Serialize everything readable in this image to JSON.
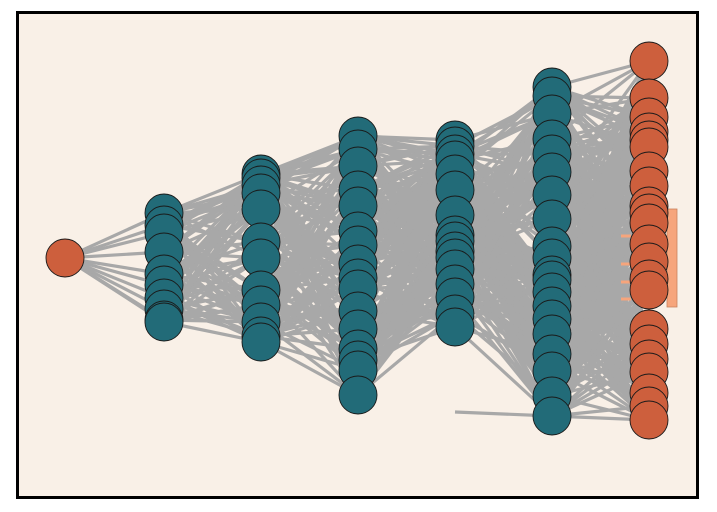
{
  "colors": {
    "background": "#f9f0e7",
    "edge": "#a8a8a8",
    "hidden_node": "#226b78",
    "input_node": "#cd5f3d",
    "output_node": "#cd5f3d",
    "node_stroke": "#1a1a1a",
    "highlight_bar": "#f6a57c"
  },
  "network": {
    "layers": [
      {
        "role": "input",
        "node_count": 1
      },
      {
        "role": "hidden",
        "node_count": 10
      },
      {
        "role": "hidden",
        "node_count": 12
      },
      {
        "role": "hidden",
        "node_count": 16
      },
      {
        "role": "hidden",
        "node_count": 16
      },
      {
        "role": "hidden",
        "node_count": 20
      },
      {
        "role": "output",
        "node_count": 22
      }
    ]
  }
}
